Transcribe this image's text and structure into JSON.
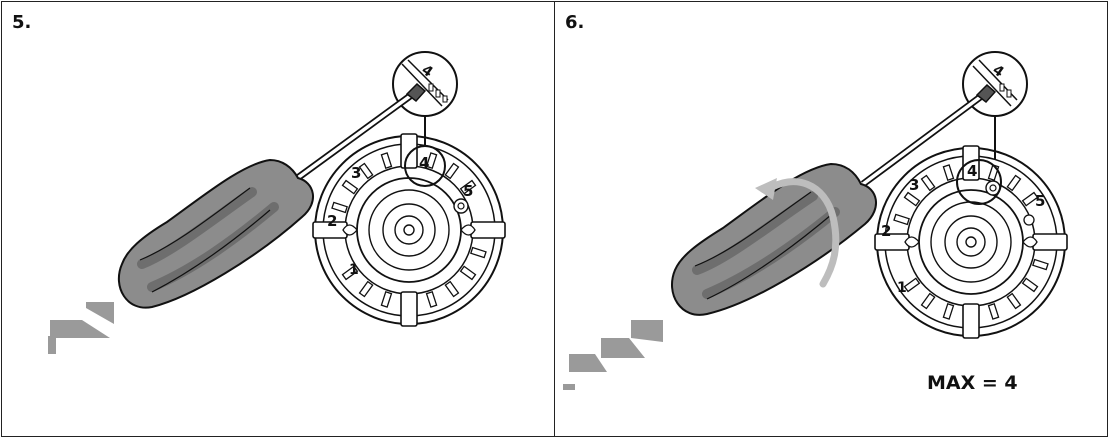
{
  "steps": [
    {
      "number": "5.",
      "dial_labels": [
        "1",
        "2",
        "3",
        "4",
        "5"
      ],
      "zoom_label": "4"
    },
    {
      "number": "6.",
      "dial_labels": [
        "1",
        "2",
        "3",
        "4",
        "5"
      ],
      "zoom_label": "4",
      "caption": "MAX = 4"
    }
  ],
  "icons": {
    "tool": "screwdriver-icon",
    "arrow": "rotation-arrow-icon"
  },
  "colors": {
    "handle": "#8c8c8c",
    "handle_dark": "#6e6e6e",
    "line": "#111111",
    "arrow": "#bdbdbd"
  }
}
